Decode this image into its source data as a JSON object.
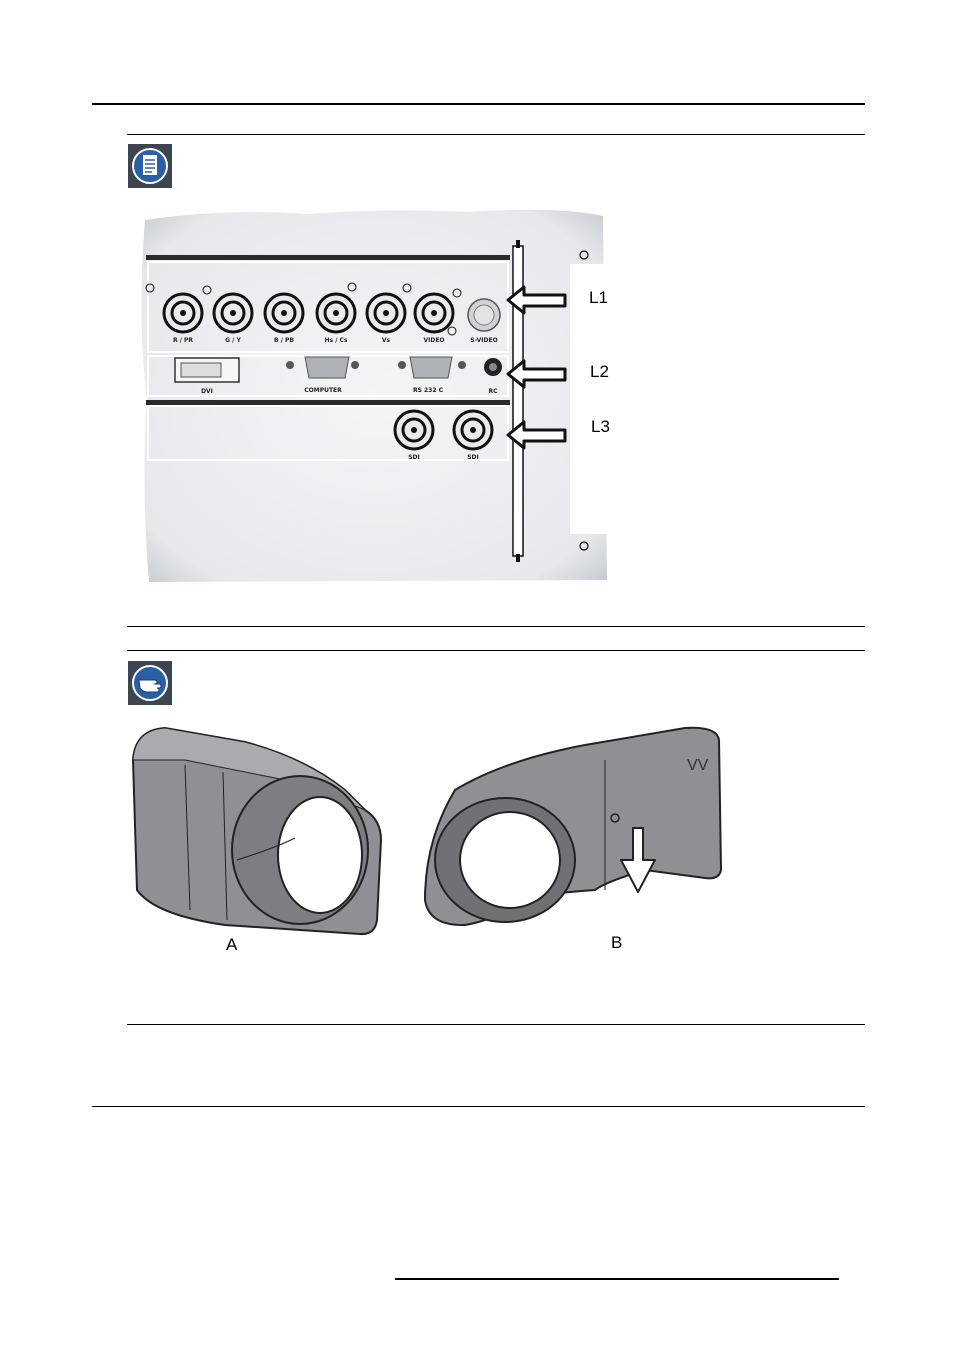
{
  "figure1": {
    "level_labels": [
      "L1",
      "L2",
      "L3"
    ],
    "ports_l1": [
      "R / PR",
      "G / Y",
      "B / PB",
      "Hs / Cs",
      "Vs",
      "VIDEO",
      "S-VIDEO"
    ],
    "ports_l2": [
      "DVI",
      "COMPUTER",
      "RS 232 C",
      "RC"
    ],
    "ports_l3": [
      "SDI",
      "SDI"
    ]
  },
  "figure2": {
    "label_a": "A",
    "label_b": "B"
  },
  "icons": {
    "note_icon": "note-icon",
    "tip_icon": "tip-hand-icon",
    "icon_bg": "#3d4650",
    "icon_circle": "#2a5fa8"
  }
}
